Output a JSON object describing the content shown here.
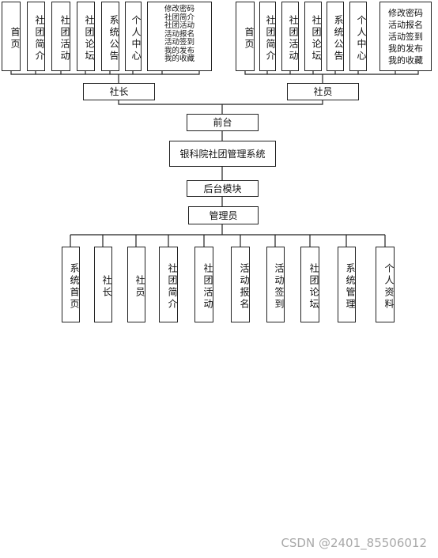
{
  "diagram": {
    "top_left_items": [
      "首页",
      "社团简介",
      "社团活动",
      "社团论坛",
      "系统公告",
      "个人中心"
    ],
    "top_left_note": "修改密码\n社团简介\n社团活动\n活动报名\n活动签到\n我的发布\n我的收藏",
    "top_right_items": [
      "首页",
      "社团简介",
      "社团活动",
      "社团论坛",
      "系统公告",
      "个人中心"
    ],
    "top_right_note": "修改密码\n活动报名\n活动签到\n我的发布\n我的收藏",
    "role_left": "社长",
    "role_right": "社员",
    "front": "前台",
    "system": "银科院社团管理系统",
    "backend": "后台模块",
    "admin": "管理员",
    "admin_items": [
      "系统首页",
      "社长",
      "社员",
      "社团简介",
      "社团活动",
      "活动报名",
      "活动签到",
      "社团论坛",
      "系统管理",
      "个人资料"
    ]
  },
  "watermark": "CSDN @2401_85506012"
}
